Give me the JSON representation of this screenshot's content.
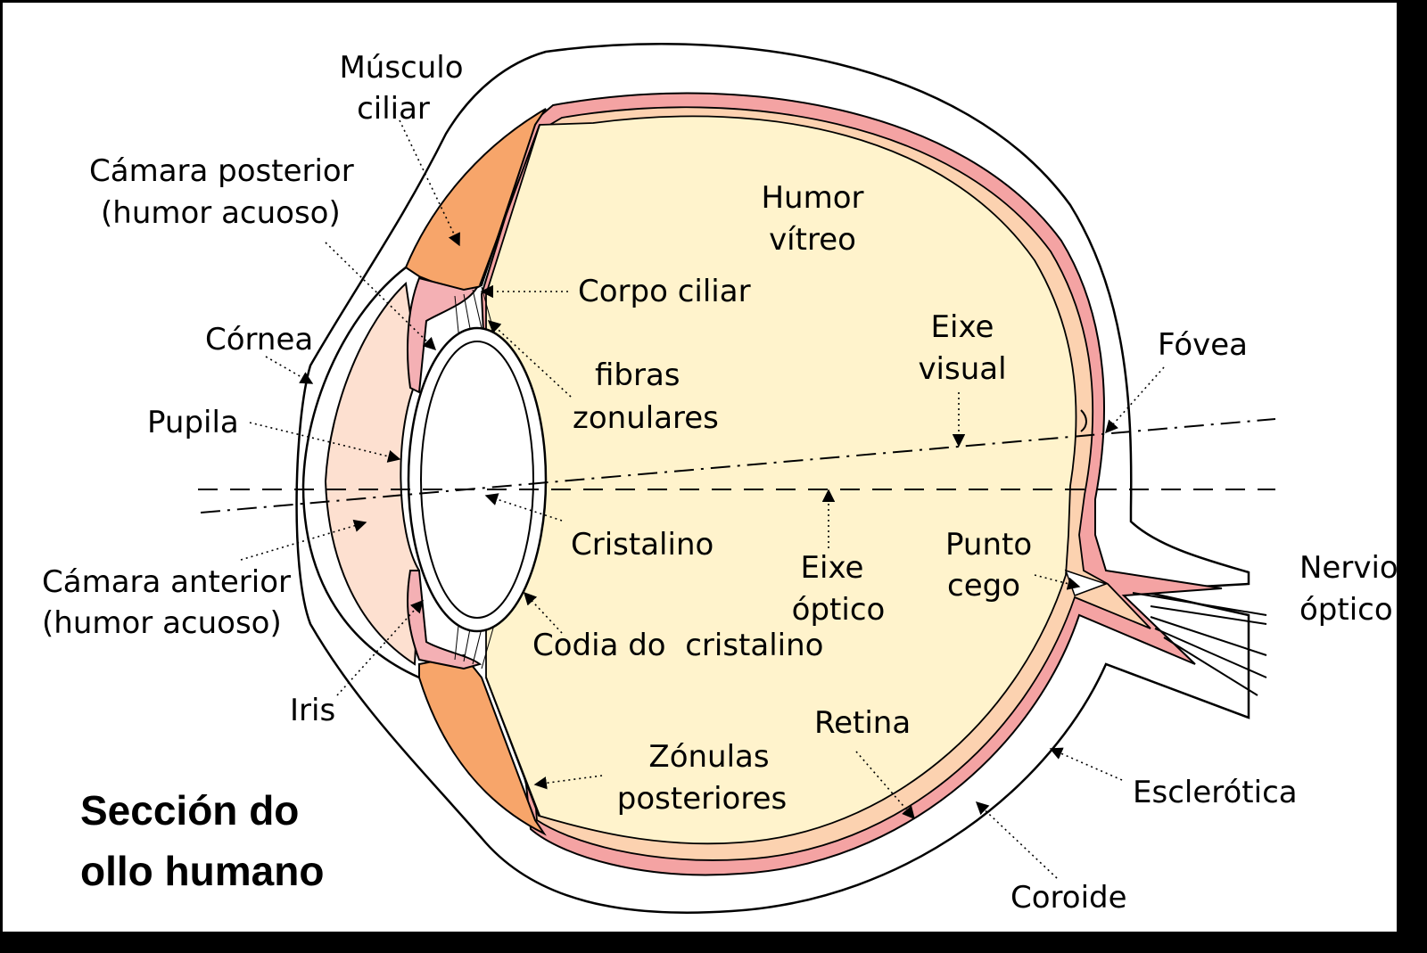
{
  "title": {
    "line1": "Sección do",
    "line2": "ollo humano"
  },
  "labels": {
    "musculo_ciliar": [
      "Músculo",
      "ciliar"
    ],
    "camara_posterior": [
      "Cámara posterior",
      "(humor acuoso)"
    ],
    "cornea": "Córnea",
    "pupila": "Pupila",
    "camara_anterior": [
      "Cámara anterior",
      "(humor acuoso)"
    ],
    "iris": "Iris",
    "humor_vitreo": [
      "Humor",
      "vítreo"
    ],
    "corpo_ciliar": "Corpo ciliar",
    "fibras_zonulares": [
      "fibras",
      "zonulares"
    ],
    "eixe_visual": [
      "Eixe",
      "visual"
    ],
    "fovea": "Fóvea",
    "cristalino": "Cristalino",
    "eixe_optico": [
      "Eixe",
      "óptico"
    ],
    "punto_cego": [
      "Punto",
      "cego"
    ],
    "nervio_optico": [
      "Nervio",
      "óptico"
    ],
    "codia_do_cristalino": "Codia do  cristalino",
    "retina": "Retina",
    "zonulas_posteriores": [
      "Zónulas",
      "posteriores"
    ],
    "esclerotica": "Esclerótica",
    "coroide": "Coroide"
  },
  "colors": {
    "border": "#000000",
    "background": "#ffffff",
    "sclera": "#ffffff",
    "choroid": "#f4a3a3",
    "retina": "#fcd2b0",
    "vitreous": "#fff3cc",
    "anterior_chamber": "#fde0d0",
    "ciliary_muscle": "#f7a56a",
    "iris": "#f4b0b4",
    "lens": "#ffffff"
  }
}
